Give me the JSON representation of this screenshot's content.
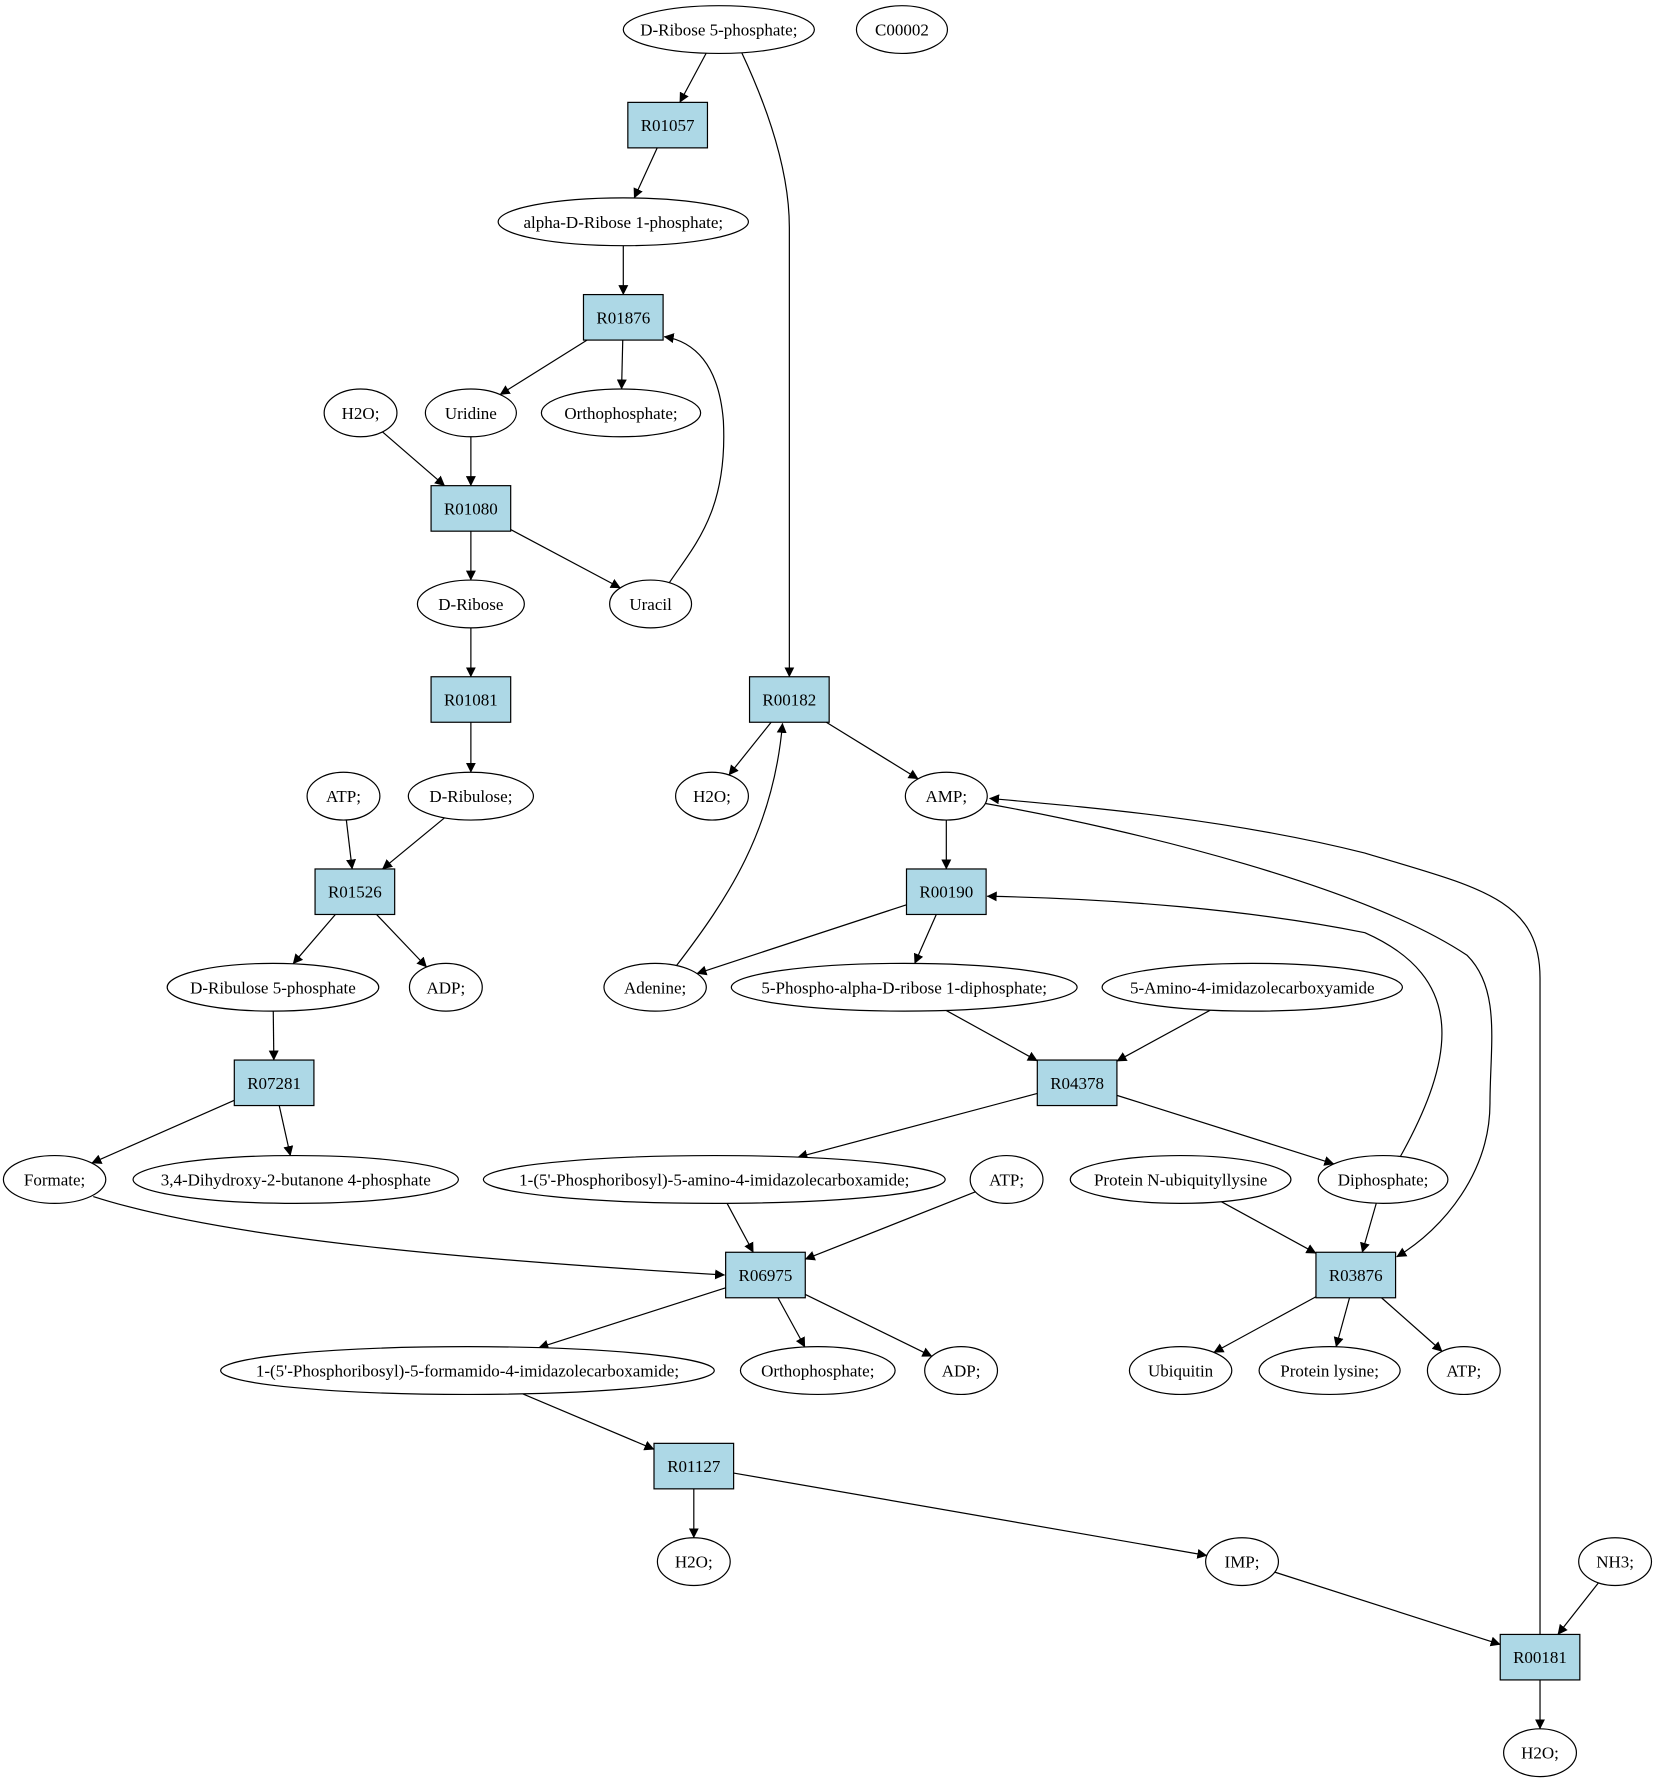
{
  "colors": {
    "reaction_fill": "#add8e6",
    "metabolite_fill": "#ffffff",
    "start_fill": "#00ee00",
    "highlight_fill": "#ffff00",
    "edge": "#000000"
  },
  "nodes": {
    "dr5p": {
      "label": "D-Ribose 5-phosphate;",
      "kind": "start"
    },
    "c00002": {
      "label": "C00002",
      "kind": "highlight"
    },
    "r01057": {
      "label": "R01057",
      "kind": "reaction"
    },
    "adr1p": {
      "label": "alpha-D-Ribose 1-phosphate;",
      "kind": "metabolite"
    },
    "r01876": {
      "label": "R01876",
      "kind": "reaction"
    },
    "h2o_1": {
      "label": "H2O;",
      "kind": "metabolite"
    },
    "uridine": {
      "label": "Uridine",
      "kind": "metabolite"
    },
    "ortho_1": {
      "label": "Orthophosphate;",
      "kind": "metabolite"
    },
    "r01080": {
      "label": "R01080",
      "kind": "reaction"
    },
    "dribose": {
      "label": "D-Ribose",
      "kind": "metabolite"
    },
    "uracil": {
      "label": "Uracil",
      "kind": "metabolite"
    },
    "r01081": {
      "label": "R01081",
      "kind": "reaction"
    },
    "atp_1": {
      "label": "ATP;",
      "kind": "metabolite"
    },
    "dribulose": {
      "label": "D-Ribulose;",
      "kind": "metabolite"
    },
    "r01526": {
      "label": "R01526",
      "kind": "reaction"
    },
    "dru5p": {
      "label": "D-Ribulose 5-phosphate",
      "kind": "metabolite"
    },
    "adp_1": {
      "label": "ADP;",
      "kind": "metabolite"
    },
    "r07281": {
      "label": "R07281",
      "kind": "reaction"
    },
    "formate": {
      "label": "Formate;",
      "kind": "metabolite"
    },
    "dhbp": {
      "label": "3,4-Dihydroxy-2-butanone 4-phosphate",
      "kind": "metabolite"
    },
    "r00182": {
      "label": "R00182",
      "kind": "reaction"
    },
    "h2o_2": {
      "label": "H2O;",
      "kind": "metabolite"
    },
    "amp": {
      "label": "AMP;",
      "kind": "metabolite"
    },
    "r00190": {
      "label": "R00190",
      "kind": "reaction"
    },
    "adenine": {
      "label": "Adenine;",
      "kind": "metabolite"
    },
    "prpp": {
      "label": "5-Phospho-alpha-D-ribose 1-diphosphate;",
      "kind": "metabolite"
    },
    "aica": {
      "label": "5-Amino-4-imidazolecarboxyamide",
      "kind": "metabolite"
    },
    "r04378": {
      "label": "R04378",
      "kind": "reaction"
    },
    "aicar": {
      "label": "1-(5'-Phosphoribosyl)-5-amino-4-imidazolecarboxamide;",
      "kind": "metabolite"
    },
    "atp_2": {
      "label": "ATP;",
      "kind": "metabolite"
    },
    "pnul": {
      "label": "Protein N-ubiquityllysine",
      "kind": "metabolite"
    },
    "dipho": {
      "label": "Diphosphate;",
      "kind": "metabolite"
    },
    "r06975": {
      "label": "R06975",
      "kind": "reaction"
    },
    "r03876": {
      "label": "R03876",
      "kind": "reaction"
    },
    "faicar": {
      "label": "1-(5'-Phosphoribosyl)-5-formamido-4-imidazolecarboxamide;",
      "kind": "metabolite"
    },
    "ortho_2": {
      "label": "Orthophosphate;",
      "kind": "metabolite"
    },
    "adp_2": {
      "label": "ADP;",
      "kind": "metabolite"
    },
    "ubiq": {
      "label": "Ubiquitin",
      "kind": "metabolite"
    },
    "plys": {
      "label": "Protein lysine;",
      "kind": "metabolite"
    },
    "atp_3": {
      "label": "ATP;",
      "kind": "metabolite"
    },
    "r01127": {
      "label": "R01127",
      "kind": "reaction"
    },
    "h2o_3": {
      "label": "H2O;",
      "kind": "metabolite"
    },
    "imp": {
      "label": "IMP;",
      "kind": "metabolite"
    },
    "nh3": {
      "label": "NH3;",
      "kind": "metabolite"
    },
    "r00181": {
      "label": "R00181",
      "kind": "reaction"
    },
    "h2o_4": {
      "label": "H2O;",
      "kind": "metabolite"
    }
  },
  "edges": [
    [
      "dr5p",
      "r01057"
    ],
    [
      "r01057",
      "adr1p"
    ],
    [
      "adr1p",
      "r01876"
    ],
    [
      "r01876",
      "uridine"
    ],
    [
      "r01876",
      "ortho_1"
    ],
    [
      "uracil",
      "r01876"
    ],
    [
      "h2o_1",
      "r01080"
    ],
    [
      "uridine",
      "r01080"
    ],
    [
      "r01080",
      "dribose"
    ],
    [
      "r01080",
      "uracil"
    ],
    [
      "dribose",
      "r01081"
    ],
    [
      "r01081",
      "dribulose"
    ],
    [
      "atp_1",
      "r01526"
    ],
    [
      "dribulose",
      "r01526"
    ],
    [
      "r01526",
      "dru5p"
    ],
    [
      "r01526",
      "adp_1"
    ],
    [
      "dru5p",
      "r07281"
    ],
    [
      "r07281",
      "formate"
    ],
    [
      "r07281",
      "dhbp"
    ],
    [
      "dr5p",
      "r00182"
    ],
    [
      "r00182",
      "h2o_2"
    ],
    [
      "r00182",
      "amp"
    ],
    [
      "adenine",
      "r00182"
    ],
    [
      "amp",
      "r00190"
    ],
    [
      "r00190",
      "adenine"
    ],
    [
      "r00190",
      "prpp"
    ],
    [
      "dipho",
      "r00190"
    ],
    [
      "prpp",
      "r04378"
    ],
    [
      "aica",
      "r04378"
    ],
    [
      "r04378",
      "aicar"
    ],
    [
      "r04378",
      "dipho"
    ],
    [
      "aicar",
      "r06975"
    ],
    [
      "atp_2",
      "r06975"
    ],
    [
      "formate",
      "r06975"
    ],
    [
      "r06975",
      "faicar"
    ],
    [
      "r06975",
      "ortho_2"
    ],
    [
      "r06975",
      "adp_2"
    ],
    [
      "pnul",
      "r03876"
    ],
    [
      "dipho",
      "r03876"
    ],
    [
      "amp",
      "r03876"
    ],
    [
      "r03876",
      "ubiq"
    ],
    [
      "r03876",
      "plys"
    ],
    [
      "r03876",
      "atp_3"
    ],
    [
      "faicar",
      "r01127"
    ],
    [
      "r01127",
      "h2o_3"
    ],
    [
      "r01127",
      "imp"
    ],
    [
      "imp",
      "r00181"
    ],
    [
      "nh3",
      "r00181"
    ],
    [
      "r00181",
      "h2o_4"
    ],
    [
      "r00181",
      "amp"
    ]
  ]
}
